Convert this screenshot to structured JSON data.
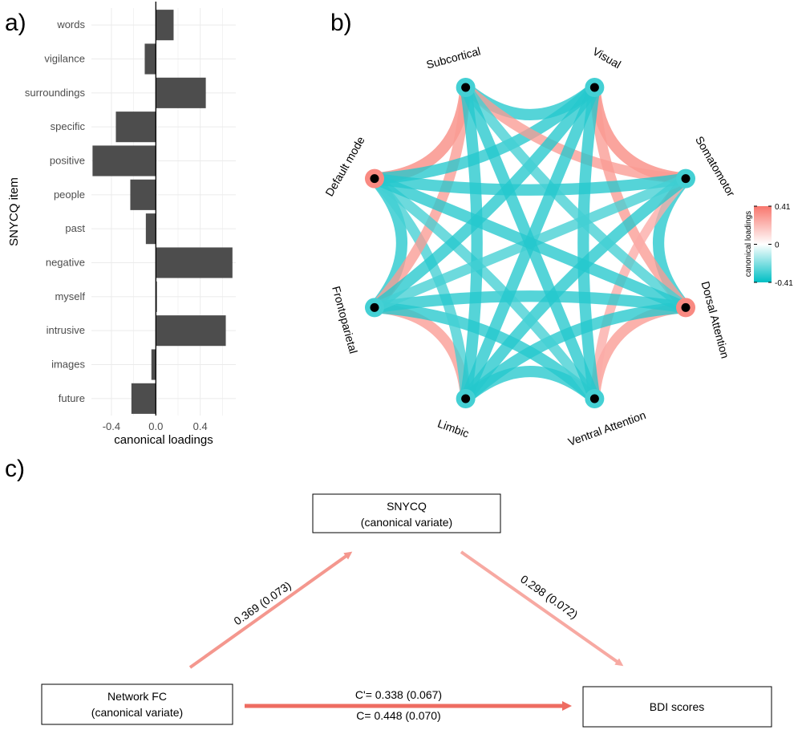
{
  "panels": {
    "a": "a)",
    "b": "b)",
    "c": "c)"
  },
  "colors": {
    "positive": "#f8766d",
    "negative": "#00bfc4",
    "bar": "#4d4d4d",
    "grid": "#ebebeb"
  },
  "chart_data": [
    {
      "type": "bar",
      "orientation": "horizontal",
      "categories": [
        "words",
        "vigilance",
        "surroundings",
        "specific",
        "positive",
        "people",
        "past",
        "negative",
        "myself",
        "intrusive",
        "images",
        "future"
      ],
      "values": [
        0.16,
        -0.1,
        0.45,
        -0.36,
        -0.57,
        -0.23,
        -0.09,
        0.69,
        0.01,
        0.63,
        -0.04,
        -0.22
      ],
      "xlabel": "canonical loadings",
      "ylabel": "SNYCQ item",
      "xlim": [
        -0.58,
        0.72
      ],
      "xticks": [
        -0.4,
        0.0,
        0.4
      ],
      "xtick_labels": [
        "-0.4",
        "0.0",
        "0.4"
      ],
      "grid": true
    },
    {
      "type": "chord",
      "nodes": [
        {
          "name": "Visual",
          "value": -0.3
        },
        {
          "name": "Somatomotor",
          "value": -0.3
        },
        {
          "name": "Dorsal Attention",
          "value": 0.35
        },
        {
          "name": "Ventral Attention",
          "value": -0.3
        },
        {
          "name": "Limbic",
          "value": -0.3
        },
        {
          "name": "Frontoparietal",
          "value": -0.3
        },
        {
          "name": "Default mode",
          "value": 0.35
        },
        {
          "name": "Subcortical",
          "value": -0.3
        }
      ],
      "edges": [
        {
          "source": 0,
          "target": 1,
          "value": 0.35
        },
        {
          "source": 1,
          "target": 2,
          "value": -0.35
        },
        {
          "source": 2,
          "target": 3,
          "value": 0.3
        },
        {
          "source": 3,
          "target": 4,
          "value": -0.35
        },
        {
          "source": 4,
          "target": 5,
          "value": 0.3
        },
        {
          "source": 5,
          "target": 6,
          "value": -0.35
        },
        {
          "source": 6,
          "target": 7,
          "value": 0.35
        },
        {
          "source": 7,
          "target": 0,
          "value": -0.35
        },
        {
          "source": 0,
          "target": 2,
          "value": 0.3
        },
        {
          "source": 1,
          "target": 3,
          "value": 0.25
        },
        {
          "source": 2,
          "target": 4,
          "value": -0.35
        },
        {
          "source": 3,
          "target": 5,
          "value": -0.35
        },
        {
          "source": 4,
          "target": 6,
          "value": -0.3
        },
        {
          "source": 5,
          "target": 7,
          "value": 0.3
        },
        {
          "source": 6,
          "target": 0,
          "value": -0.35
        },
        {
          "source": 7,
          "target": 1,
          "value": 0.3
        },
        {
          "source": 0,
          "target": 3,
          "value": -0.35
        },
        {
          "source": 1,
          "target": 4,
          "value": -0.35
        },
        {
          "source": 2,
          "target": 5,
          "value": -0.35
        },
        {
          "source": 3,
          "target": 6,
          "value": -0.3
        },
        {
          "source": 4,
          "target": 7,
          "value": -0.35
        },
        {
          "source": 5,
          "target": 0,
          "value": -0.35
        },
        {
          "source": 6,
          "target": 1,
          "value": -0.35
        },
        {
          "source": 7,
          "target": 2,
          "value": -0.3
        },
        {
          "source": 0,
          "target": 4,
          "value": -0.35
        },
        {
          "source": 1,
          "target": 5,
          "value": -0.3
        },
        {
          "source": 2,
          "target": 6,
          "value": -0.35
        },
        {
          "source": 3,
          "target": 7,
          "value": -0.35
        }
      ],
      "legend": {
        "title": "canonical loadings",
        "ticks": [
          0.41,
          0,
          -0.41
        ],
        "tick_labels": [
          "0.41",
          "0",
          "-0.41"
        ],
        "placement": "right"
      }
    },
    {
      "type": "path_diagram",
      "boxes": {
        "mediator": {
          "line1": "SNYCQ",
          "line2": "(canonical variate)"
        },
        "predictor": {
          "line1": "Network FC",
          "line2": "(canonical variate)"
        },
        "outcome": {
          "line1": "BDI scores"
        }
      },
      "paths": {
        "a": {
          "estimate": 0.369,
          "se": 0.073,
          "label": "0.369 (0.073)"
        },
        "b": {
          "estimate": 0.298,
          "se": 0.072,
          "label": "0.298 (0.072)"
        },
        "c_prime": {
          "estimate": 0.338,
          "se": 0.067,
          "label": "C'= 0.338 (0.067)"
        },
        "c": {
          "estimate": 0.448,
          "se": 0.07,
          "label": "C= 0.448 (0.070)"
        }
      }
    }
  ]
}
